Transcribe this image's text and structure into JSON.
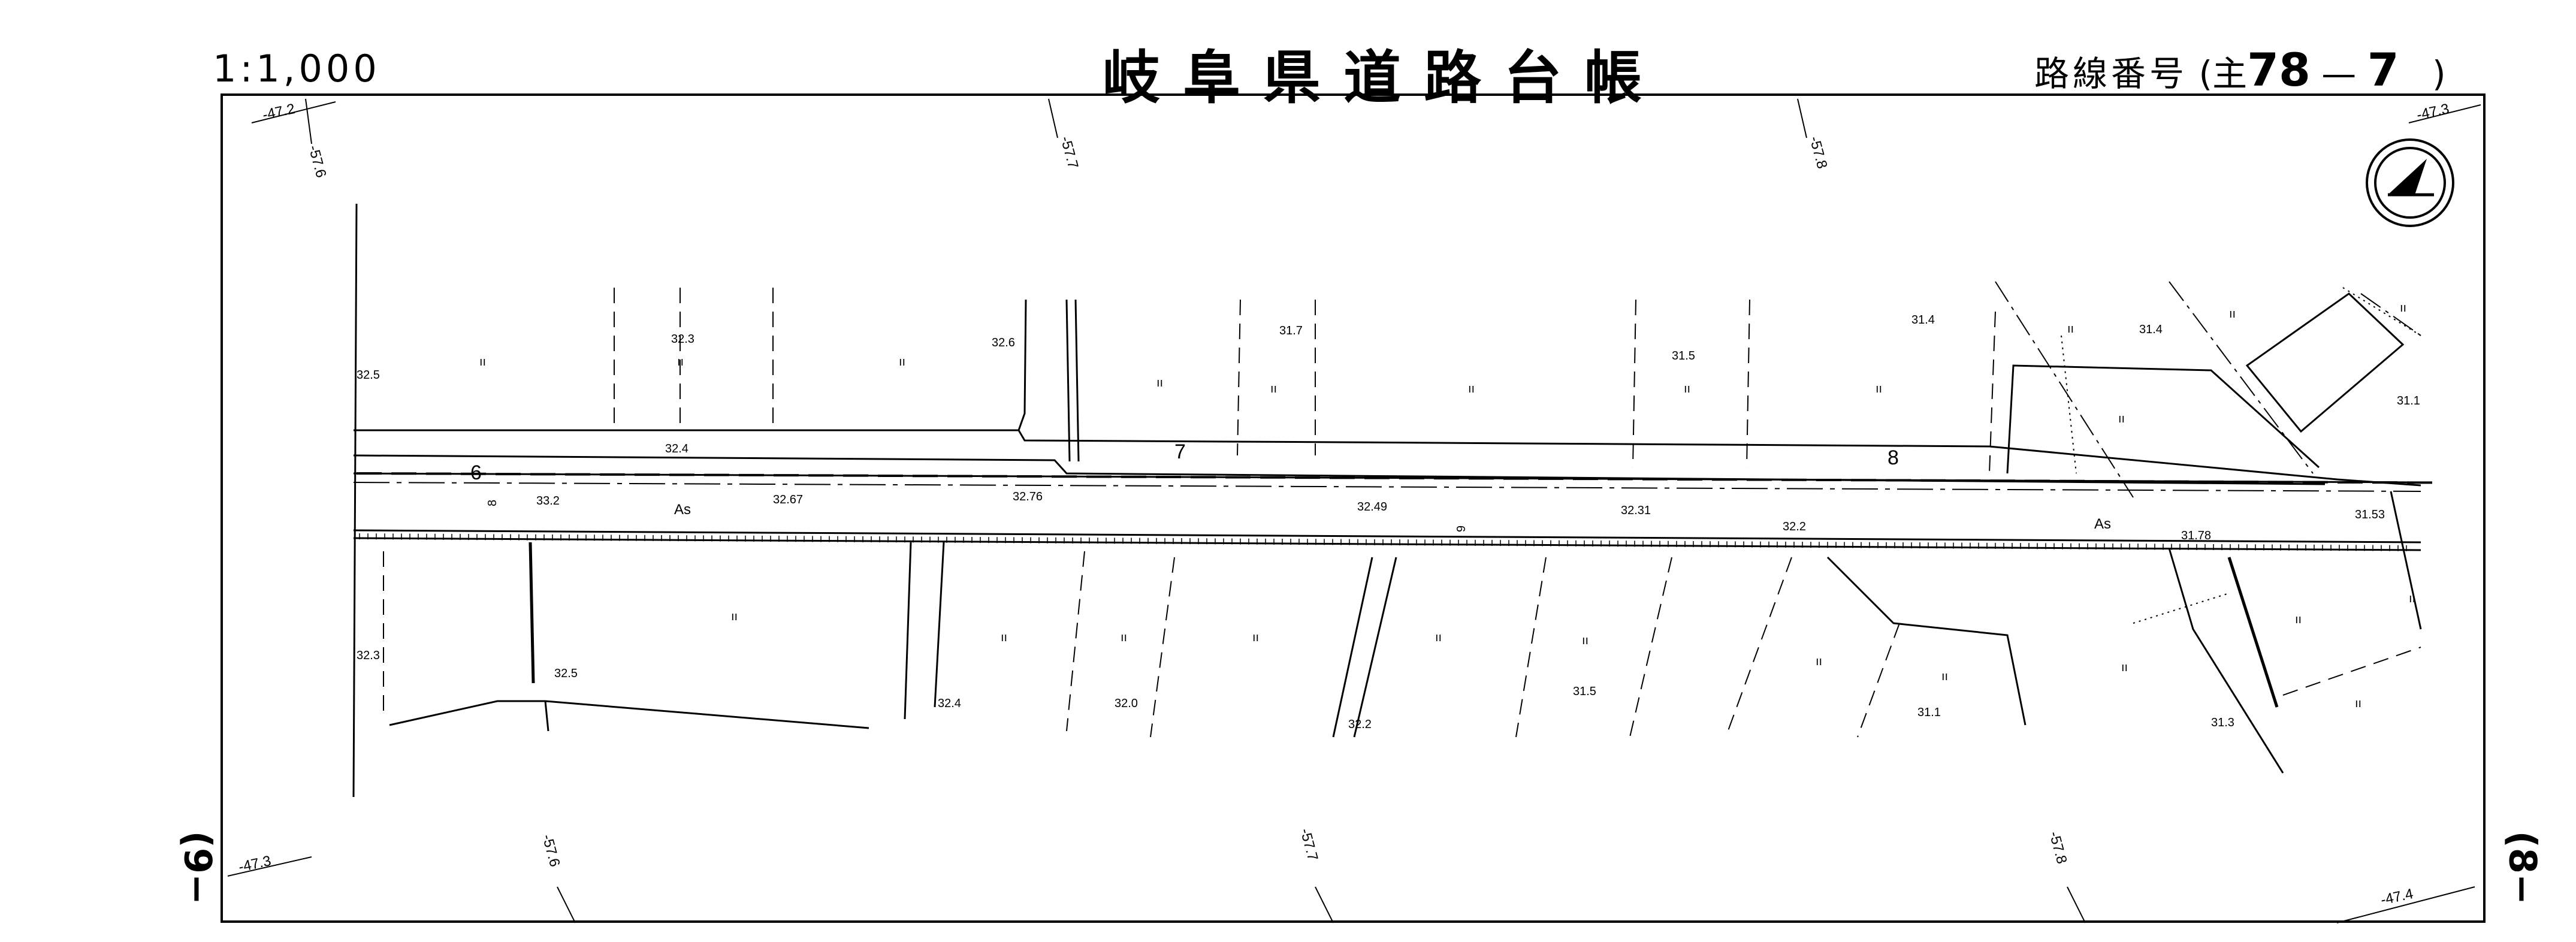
{
  "header": {
    "scale": "1:1,000",
    "title": "岐阜県道路台帳",
    "route_label": "路線番号",
    "route_open": "(主",
    "route_number": "78",
    "route_dash": "—",
    "route_section": "7",
    "route_close": ")"
  },
  "sheet_refs": {
    "left": "(9−",
    "right": "(8−"
  },
  "grid": {
    "corners": [
      "-47.2",
      "-47.3",
      "-47.3",
      "-47.4"
    ],
    "top_ticks": [
      "-57.6",
      "-57.7",
      "-57.8"
    ],
    "bottom_ticks": [
      "-57.6",
      "-57.7",
      "-57.8"
    ]
  },
  "road": {
    "surface_labels": [
      "As",
      "As"
    ],
    "km_posts": [
      "6",
      "7",
      "8"
    ],
    "post_markers": [
      "8",
      "9"
    ]
  },
  "elevations": [
    "32.3",
    "32.5",
    "32.6",
    "31.7",
    "31.5",
    "31.4",
    "31.4",
    "32.4",
    "33.2",
    "32.67",
    "32.76",
    "32.49",
    "32.31",
    "32.2",
    "31.78",
    "31.53",
    "31.1",
    "32.3",
    "32.5",
    "32.4",
    "32.0",
    "32.2",
    "31.5",
    "31.1",
    "31.3"
  ],
  "land_use_mark": "ıı",
  "north_arrow": "north-arrow-icon"
}
